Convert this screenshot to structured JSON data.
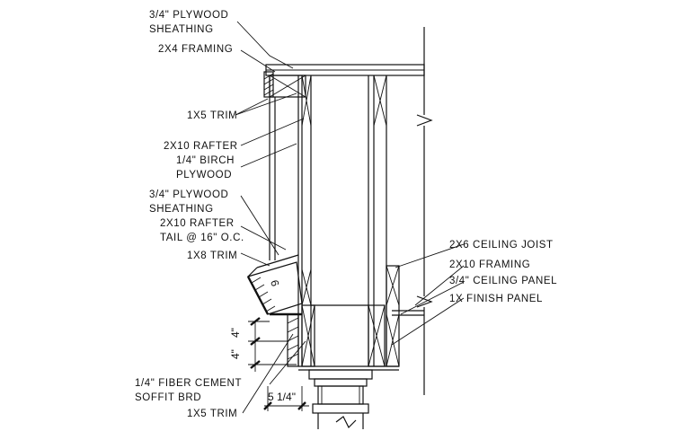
{
  "labels": {
    "plywood_sheathing_top_1": "3/4\" PLYWOOD",
    "plywood_sheathing_top_2": "SHEATHING",
    "framing_2x4": "2X4 FRAMING",
    "trim_1x5_top": "1X5 TRIM",
    "rafter_2x10": "2X10 RAFTER",
    "birch_plywood_1": "1/4\" BIRCH",
    "birch_plywood_2": "PLYWOOD",
    "plywood_sheathing_mid_1": "3/4\" PLYWOOD",
    "plywood_sheathing_mid_2": "SHEATHING",
    "rafter_tail_1": "2X10 RAFTER",
    "rafter_tail_2": "TAIL @ 16\" O.C.",
    "trim_1x8": "1X8 TRIM",
    "fiber_cement_1": "1/4\" FIBER CEMENT",
    "fiber_cement_2": "SOFFIT BRD",
    "trim_1x5_bottom": "1X5 TRIM",
    "ceiling_joist": "2X6 CEILING JOIST",
    "framing_2x10": "2X10 FRAMING",
    "ceiling_panel": "3/4\" CEILING PANEL",
    "finish_panel": "1X FINISH PANEL"
  },
  "dimensions": {
    "upper_4": "4\"",
    "lower_4": "4\"",
    "width": "5 1/4\"",
    "slope": "6"
  }
}
